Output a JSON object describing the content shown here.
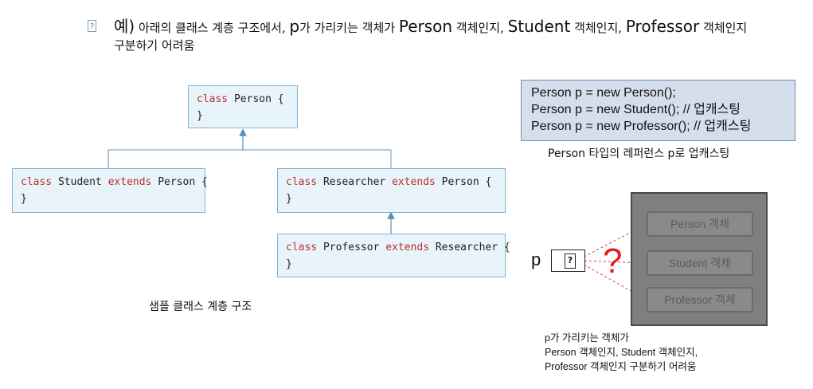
{
  "header": {
    "bullet": "?",
    "line1_prefix": "예)",
    "line1_part1": " 아래의 클래스 계층 구조에서, ",
    "line1_p": "p",
    "line1_part2": "가 가리키는 객체가 ",
    "cls_person": "Person",
    "obj_word1": " 객체인지, ",
    "cls_student": "Student",
    "obj_word2": " 객체인지, ",
    "cls_professor": "Professor",
    "obj_word3": " 객체인지",
    "line2": "구분하기 어려움"
  },
  "hierarchy": {
    "person": {
      "kw": "class",
      "name": " Person {",
      "close": "}"
    },
    "student": {
      "kw": "class",
      "name": " Student ",
      "ext": "extends",
      "parent": " Person {",
      "close": "}"
    },
    "researcher": {
      "kw": "class",
      "name": " Researcher ",
      "ext": "extends",
      "parent": " Person {",
      "close": "}"
    },
    "professor": {
      "kw": "class",
      "name": " Professor ",
      "ext": "extends",
      "parent": " Researcher {",
      "close": "}"
    },
    "caption": "샘플 클래스 계층 구조"
  },
  "declarations": {
    "lines": [
      "Person p = new Person();",
      "Person p = new Student(); // 업캐스팅",
      "Person p = new Professor(); // 업캐스팅"
    ],
    "caption": "Person 타입의 레퍼런스 p로 업캐스팅"
  },
  "heap": {
    "objects": [
      "Person 객체",
      "Student 객체",
      "Professor 객체"
    ],
    "pointer_label": "p",
    "pointer_mark": "?",
    "question": "?",
    "caption_lines": [
      "p가 가리키는 객체가",
      "Person 객체인지, Student 객체인지,",
      "Professor 객체인지 구분하기 어려움"
    ]
  },
  "colors": {
    "keyword": "#b5332b",
    "arrow": "#5b8fb8",
    "question": "#e0201c",
    "dashed": "#e03b3b"
  }
}
